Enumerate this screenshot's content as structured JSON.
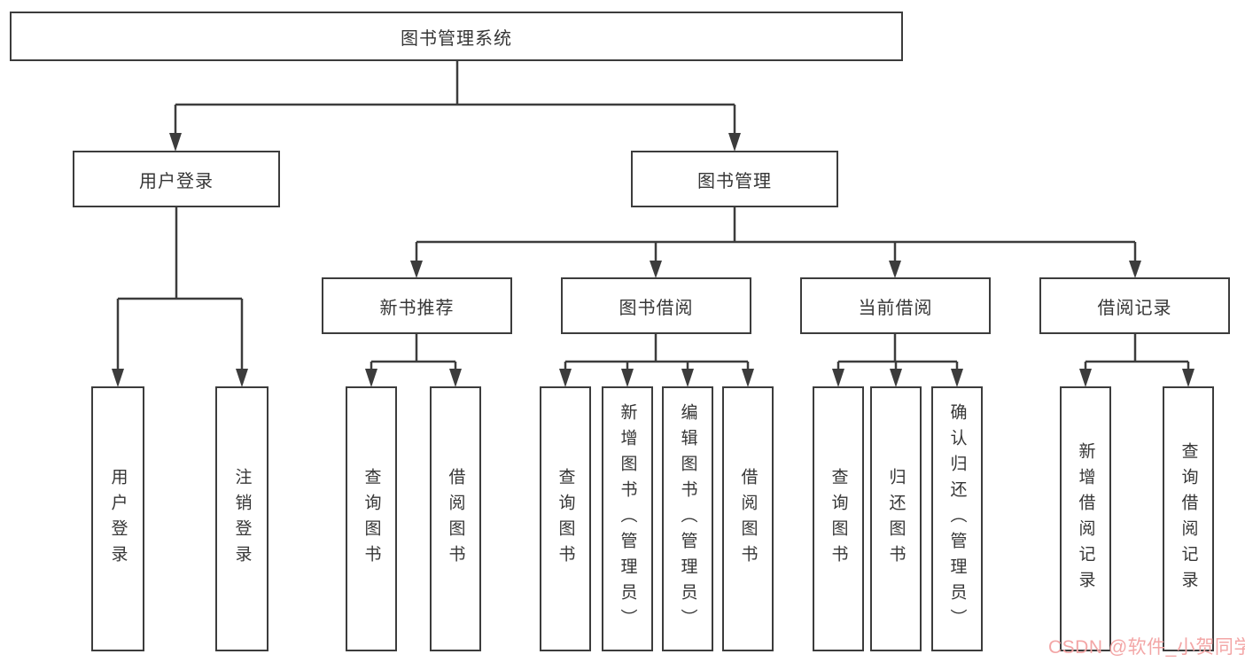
{
  "tree": {
    "label": "图书管理系统",
    "children": [
      {
        "label": "用户登录",
        "children": [
          {
            "label": "用户登录"
          },
          {
            "label": "注销登录"
          }
        ]
      },
      {
        "label": "图书管理",
        "children": [
          {
            "label": "新书推荐",
            "children": [
              {
                "label": "查询图书"
              },
              {
                "label": "借阅图书"
              }
            ]
          },
          {
            "label": "图书借阅",
            "children": [
              {
                "label": "查询图书"
              },
              {
                "label": "新增图书（管理员）"
              },
              {
                "label": "编辑图书（管理员）"
              },
              {
                "label": "借阅图书"
              }
            ]
          },
          {
            "label": "当前借阅",
            "children": [
              {
                "label": "查询图书"
              },
              {
                "label": "归还图书"
              },
              {
                "label": "确认归还（管理员）"
              }
            ]
          },
          {
            "label": "借阅记录",
            "children": [
              {
                "label": "新增借阅记录"
              },
              {
                "label": "查询借阅记录"
              }
            ]
          }
        ]
      }
    ]
  },
  "watermark": {
    "text": "CSDN @软件_小贺同学",
    "color": "#f3a6a6"
  },
  "colors": {
    "line": "#3c3c3c",
    "box_border": "#3c3c3c",
    "text": "#363636",
    "background": "#ffffff"
  }
}
